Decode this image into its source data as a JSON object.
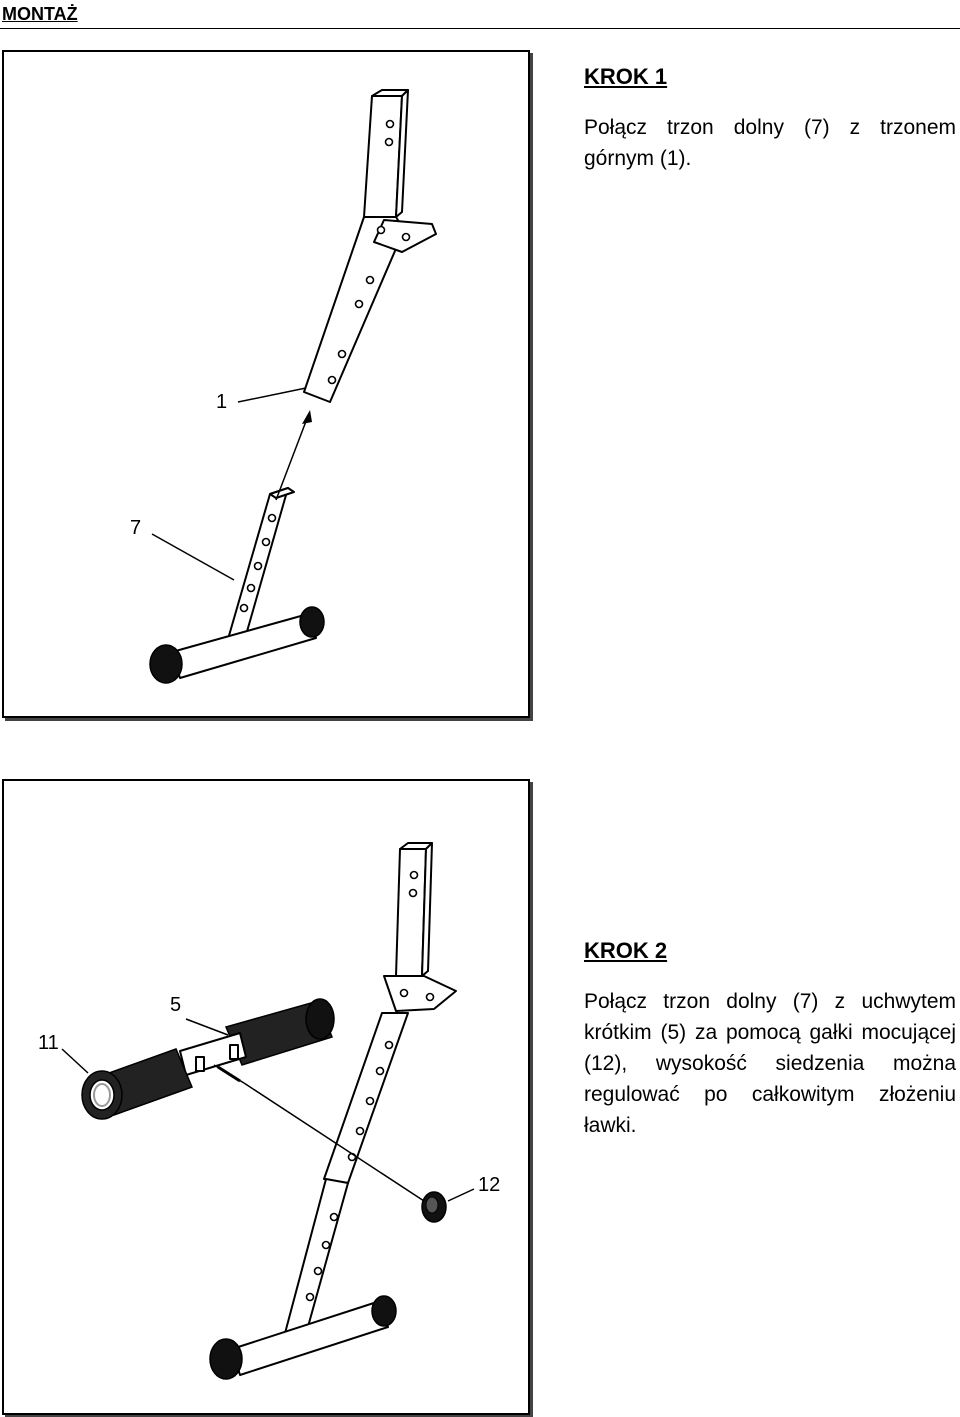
{
  "header": {
    "section_title": "MONTAŻ"
  },
  "step1": {
    "title": "KROK 1",
    "text": "Połącz trzon dolny (7) z trzonem górnym (1).",
    "callouts": {
      "upper_shaft": "1",
      "lower_shaft": "7"
    }
  },
  "step2": {
    "title": "KROK 2",
    "text": "Połącz trzon dolny (7) z uchwytem krótkim (5) za pomocą gałki mocującej (12), wysokość siedzenia można regulować po całkowitym złożeniu ławki.",
    "callouts": {
      "grip_bar": "5",
      "foam_pad": "11",
      "knob": "12"
    }
  }
}
